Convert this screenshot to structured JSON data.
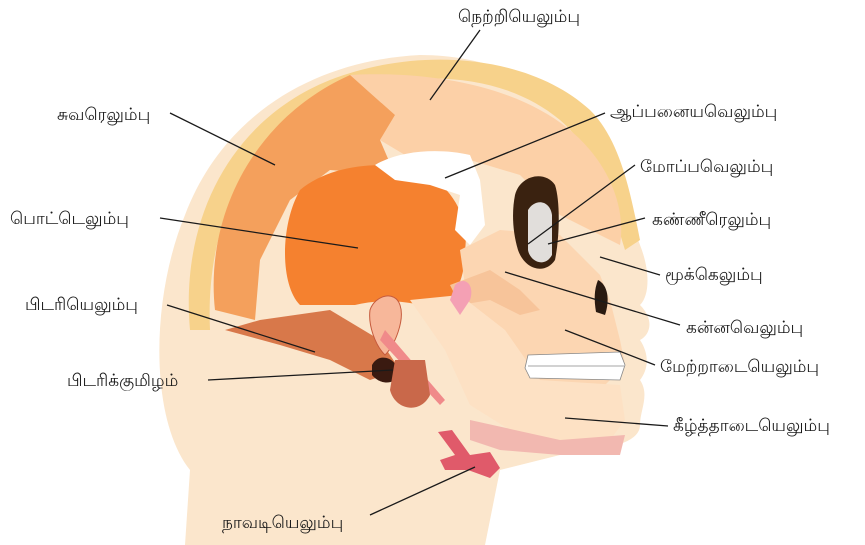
{
  "diagram": {
    "labels": {
      "frontal": "நெற்றியெலும்பு",
      "sphenoid": "ஆப்பனையவெலும்பு",
      "ethmoid": "மோப்பவெலும்பு",
      "lacrimal": "கண்ணீரெலும்பு",
      "nasal": "மூக்கெலும்பு",
      "zygomatic": "கன்னவெலும்பு",
      "maxilla": "மேற்றாடையெலும்பு",
      "mandible": "கீழ்த்தாடையெலும்பு",
      "parietal": "சுவரெலும்பு",
      "temporal": "பொட்டெலும்பு",
      "occipital": "பிடரியெலும்பு",
      "occipital_condyle": "பிடரிக்குமிழம்",
      "hyoid": "நாவடியெலும்பு"
    }
  }
}
